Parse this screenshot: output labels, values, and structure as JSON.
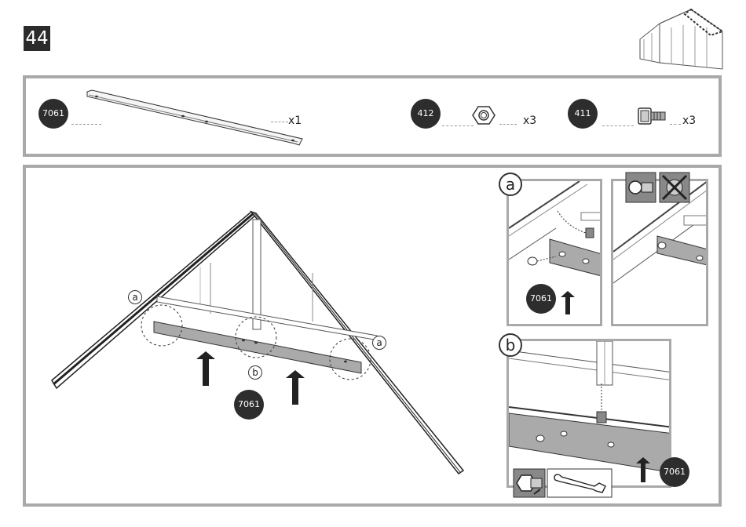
{
  "step": {
    "number": "44"
  },
  "parts": [
    {
      "code": "7061",
      "qty": "x1",
      "name": "panel-bar"
    },
    {
      "code": "412",
      "qty": "x3",
      "name": "hex-nut"
    },
    {
      "code": "411",
      "qty": "x3",
      "name": "square-bolt"
    }
  ],
  "main": {
    "part_label": "7061",
    "callouts": [
      "a",
      "b",
      "a"
    ]
  },
  "detail_a": {
    "letter": "a",
    "part_label": "7061"
  },
  "detail_b": {
    "letter": "b",
    "part_label": "7061"
  }
}
